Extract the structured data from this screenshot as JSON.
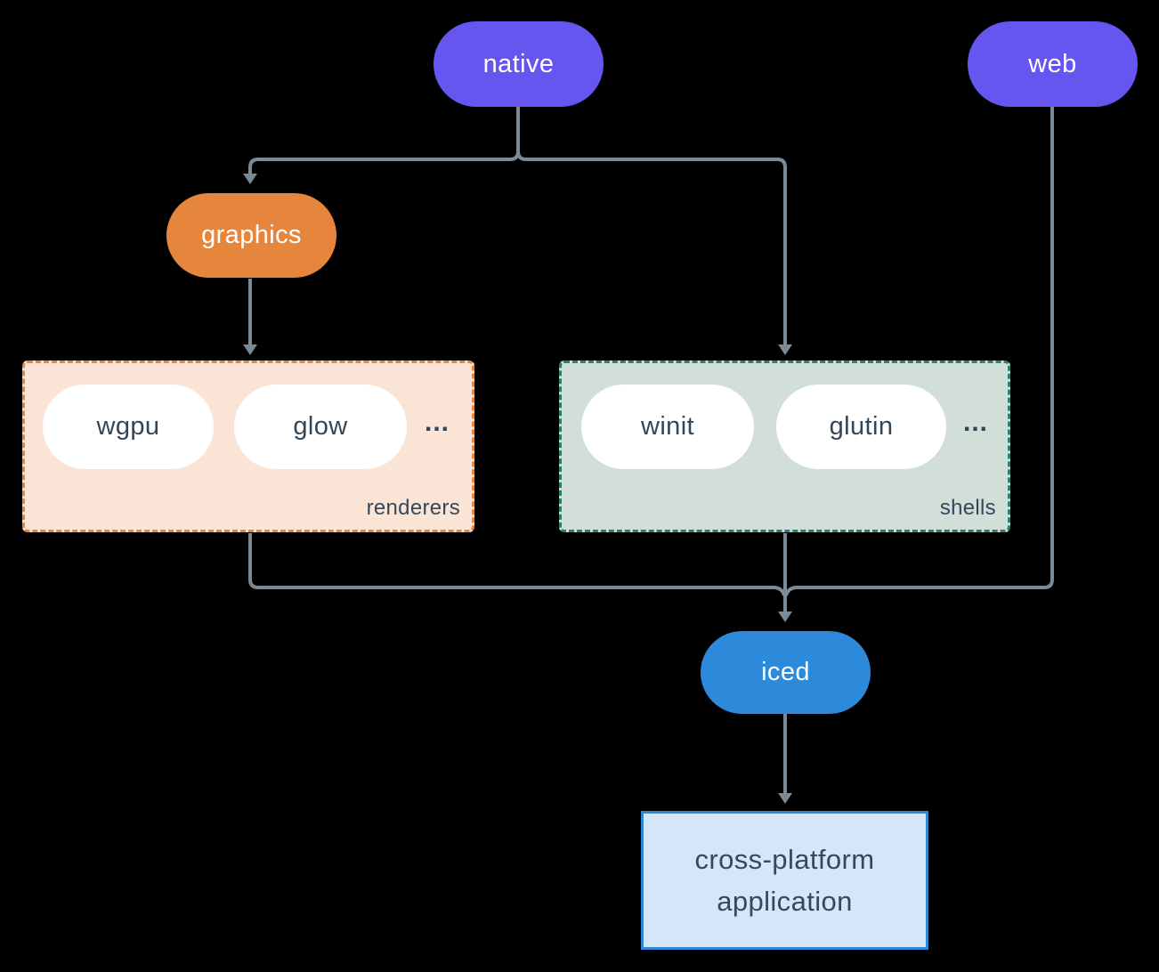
{
  "nodes": {
    "native": {
      "label": "native",
      "color": "#6456ee"
    },
    "web": {
      "label": "web",
      "color": "#6456ee"
    },
    "graphics": {
      "label": "graphics",
      "color": "#e5863c"
    },
    "wgpu": {
      "label": "wgpu",
      "color": "#ffffff"
    },
    "glow": {
      "label": "glow",
      "color": "#ffffff"
    },
    "winit": {
      "label": "winit",
      "color": "#ffffff"
    },
    "glutin": {
      "label": "glutin",
      "color": "#ffffff"
    },
    "iced": {
      "label": "iced",
      "color": "#2d89da"
    },
    "application": {
      "line1": "cross-platform",
      "line2": "application",
      "bg": "#d4e6f7",
      "border": "#2f86d3"
    }
  },
  "groups": {
    "renderers": {
      "label": "renderers",
      "more": "...",
      "bg": "#f9e4d5",
      "border": "#e8883c"
    },
    "shells": {
      "label": "shells",
      "more": "...",
      "bg": "#d2ded8",
      "border": "#2b8070"
    }
  },
  "edges": [
    {
      "from": "native",
      "to": "graphics"
    },
    {
      "from": "native",
      "to": "shells"
    },
    {
      "from": "graphics",
      "to": "renderers"
    },
    {
      "from": "renderers",
      "to": "iced"
    },
    {
      "from": "shells",
      "to": "iced"
    },
    {
      "from": "web",
      "to": "iced"
    },
    {
      "from": "iced",
      "to": "application"
    }
  ],
  "colors": {
    "background": "#000000",
    "connector": "#7a8a96",
    "dark_text": "#35485c",
    "light_text": "#ffffff"
  }
}
